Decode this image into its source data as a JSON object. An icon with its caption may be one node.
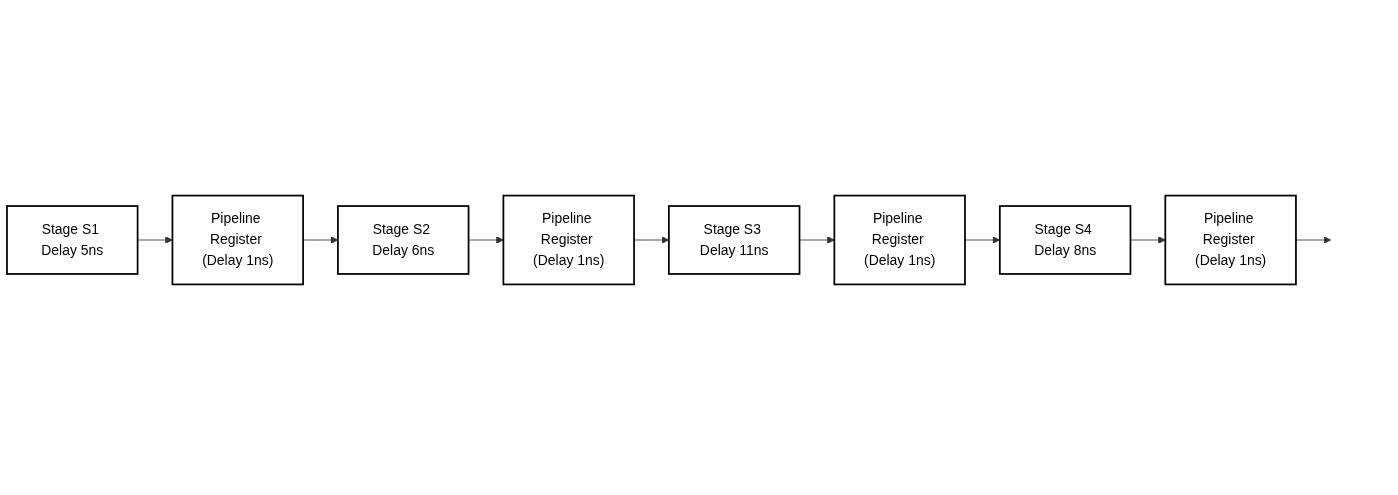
{
  "diagram": {
    "nodes": [
      {
        "text": [
          "Stage S1 Delay 5ns"
        ]
      },
      {
        "text": [
          "Pipeline Register (Delay 1ns)"
        ]
      },
      {
        "text": [
          "Stage S2 Delay 6ns"
        ]
      },
      {
        "text": [
          "Pipeline Register (Delay 1ns)"
        ]
      },
      {
        "text": [
          "Stage S3 Delay 11ns"
        ]
      },
      {
        "text": [
          "Pipeline Register (Delay 1ns)"
        ]
      },
      {
        "text": [
          "Stage S4 Delay 8ns"
        ]
      },
      {
        "text": [
          "Pipeline Register (Delay 1ns)"
        ]
      }
    ],
    "edges": [
      {
        "from": 0,
        "to": 1,
        "arrow": "to"
      },
      {
        "from": 1,
        "to": 2,
        "arrow": "to"
      },
      {
        "from": 2,
        "to": 3,
        "arrow": "to"
      },
      {
        "from": 3,
        "to": 4,
        "arrow": "to"
      },
      {
        "from": 4,
        "to": 5,
        "arrow": "to"
      },
      {
        "from": 5,
        "to": 6,
        "arrow": "to"
      },
      {
        "from": 6,
        "to": 7,
        "arrow": "to"
      },
      {
        "from": 7,
        "to": null,
        "arrow": "to"
      }
    ]
  }
}
